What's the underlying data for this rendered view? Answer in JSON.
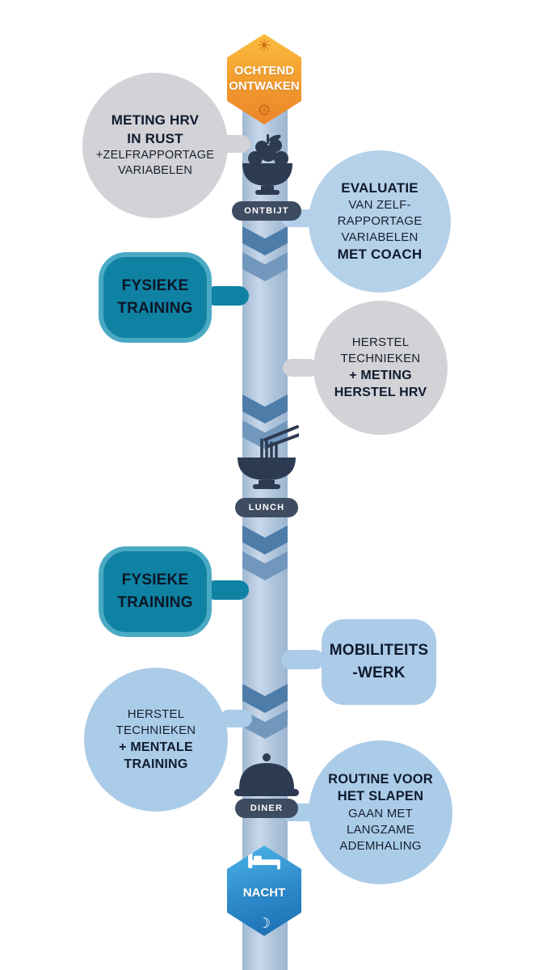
{
  "colors": {
    "ribbon": "#b3c7dd",
    "chevron_dark": "#4d7ca9",
    "chevron_light": "#7297bd",
    "teal_card": "#0f82a4",
    "teal_card_border": "#4aaac4",
    "gray_bubble": "#d2d2d7",
    "blue_bubble": "#abcce9",
    "meal_pill": "#3e4c61",
    "morning_hex": "#f29a2e",
    "night_hex": "#2c88c9",
    "icon_navy": "#2c3a52"
  },
  "morning_node": {
    "line1": "OCHTEND",
    "line2": "ONTWAKEN"
  },
  "night_node": {
    "label": "NACHT"
  },
  "meals": {
    "ontbijt": "ONTBIJT",
    "lunch": "LUNCH",
    "diner": "DINER"
  },
  "icons": {
    "sun": "☀",
    "gear": "⚙",
    "moon": "☽"
  },
  "bubbles": {
    "hrv_rest": {
      "bold1": "METING HRV",
      "bold2": "IN RUST",
      "reg1": "+ZELFRAPPORTAGE",
      "reg2": "VARIABELEN"
    },
    "evaluatie": {
      "bold1": "EVALUATIE",
      "reg1": "VAN ZELF-",
      "reg2": "RAPPORTAGE",
      "reg3": "VARIABELEN",
      "bold2": "MET COACH"
    },
    "fysieke_training_1": {
      "line1": "FYSIEKE",
      "line2": "TRAINING"
    },
    "herstel_hrv": {
      "reg1": "HERSTEL",
      "reg2": "TECHNIEKEN",
      "bold1": "+ METING",
      "bold2": "HERSTEL HRV"
    },
    "fysieke_training_2": {
      "line1": "FYSIEKE",
      "line2": "TRAINING"
    },
    "mobiliteit": {
      "line1": "MOBILITEITS",
      "line2": "-WERK"
    },
    "herstel_mentale": {
      "reg1": "HERSTEL",
      "reg2": "TECHNIEKEN",
      "bold1": "+ MENTALE",
      "bold2": "TRAINING"
    },
    "slaaproutine": {
      "bold1": "ROUTINE VOOR",
      "bold2": "HET SLAPEN",
      "reg1": "GAAN MET",
      "reg2": "LANGZAME",
      "reg3": "ADEMHALING"
    }
  }
}
